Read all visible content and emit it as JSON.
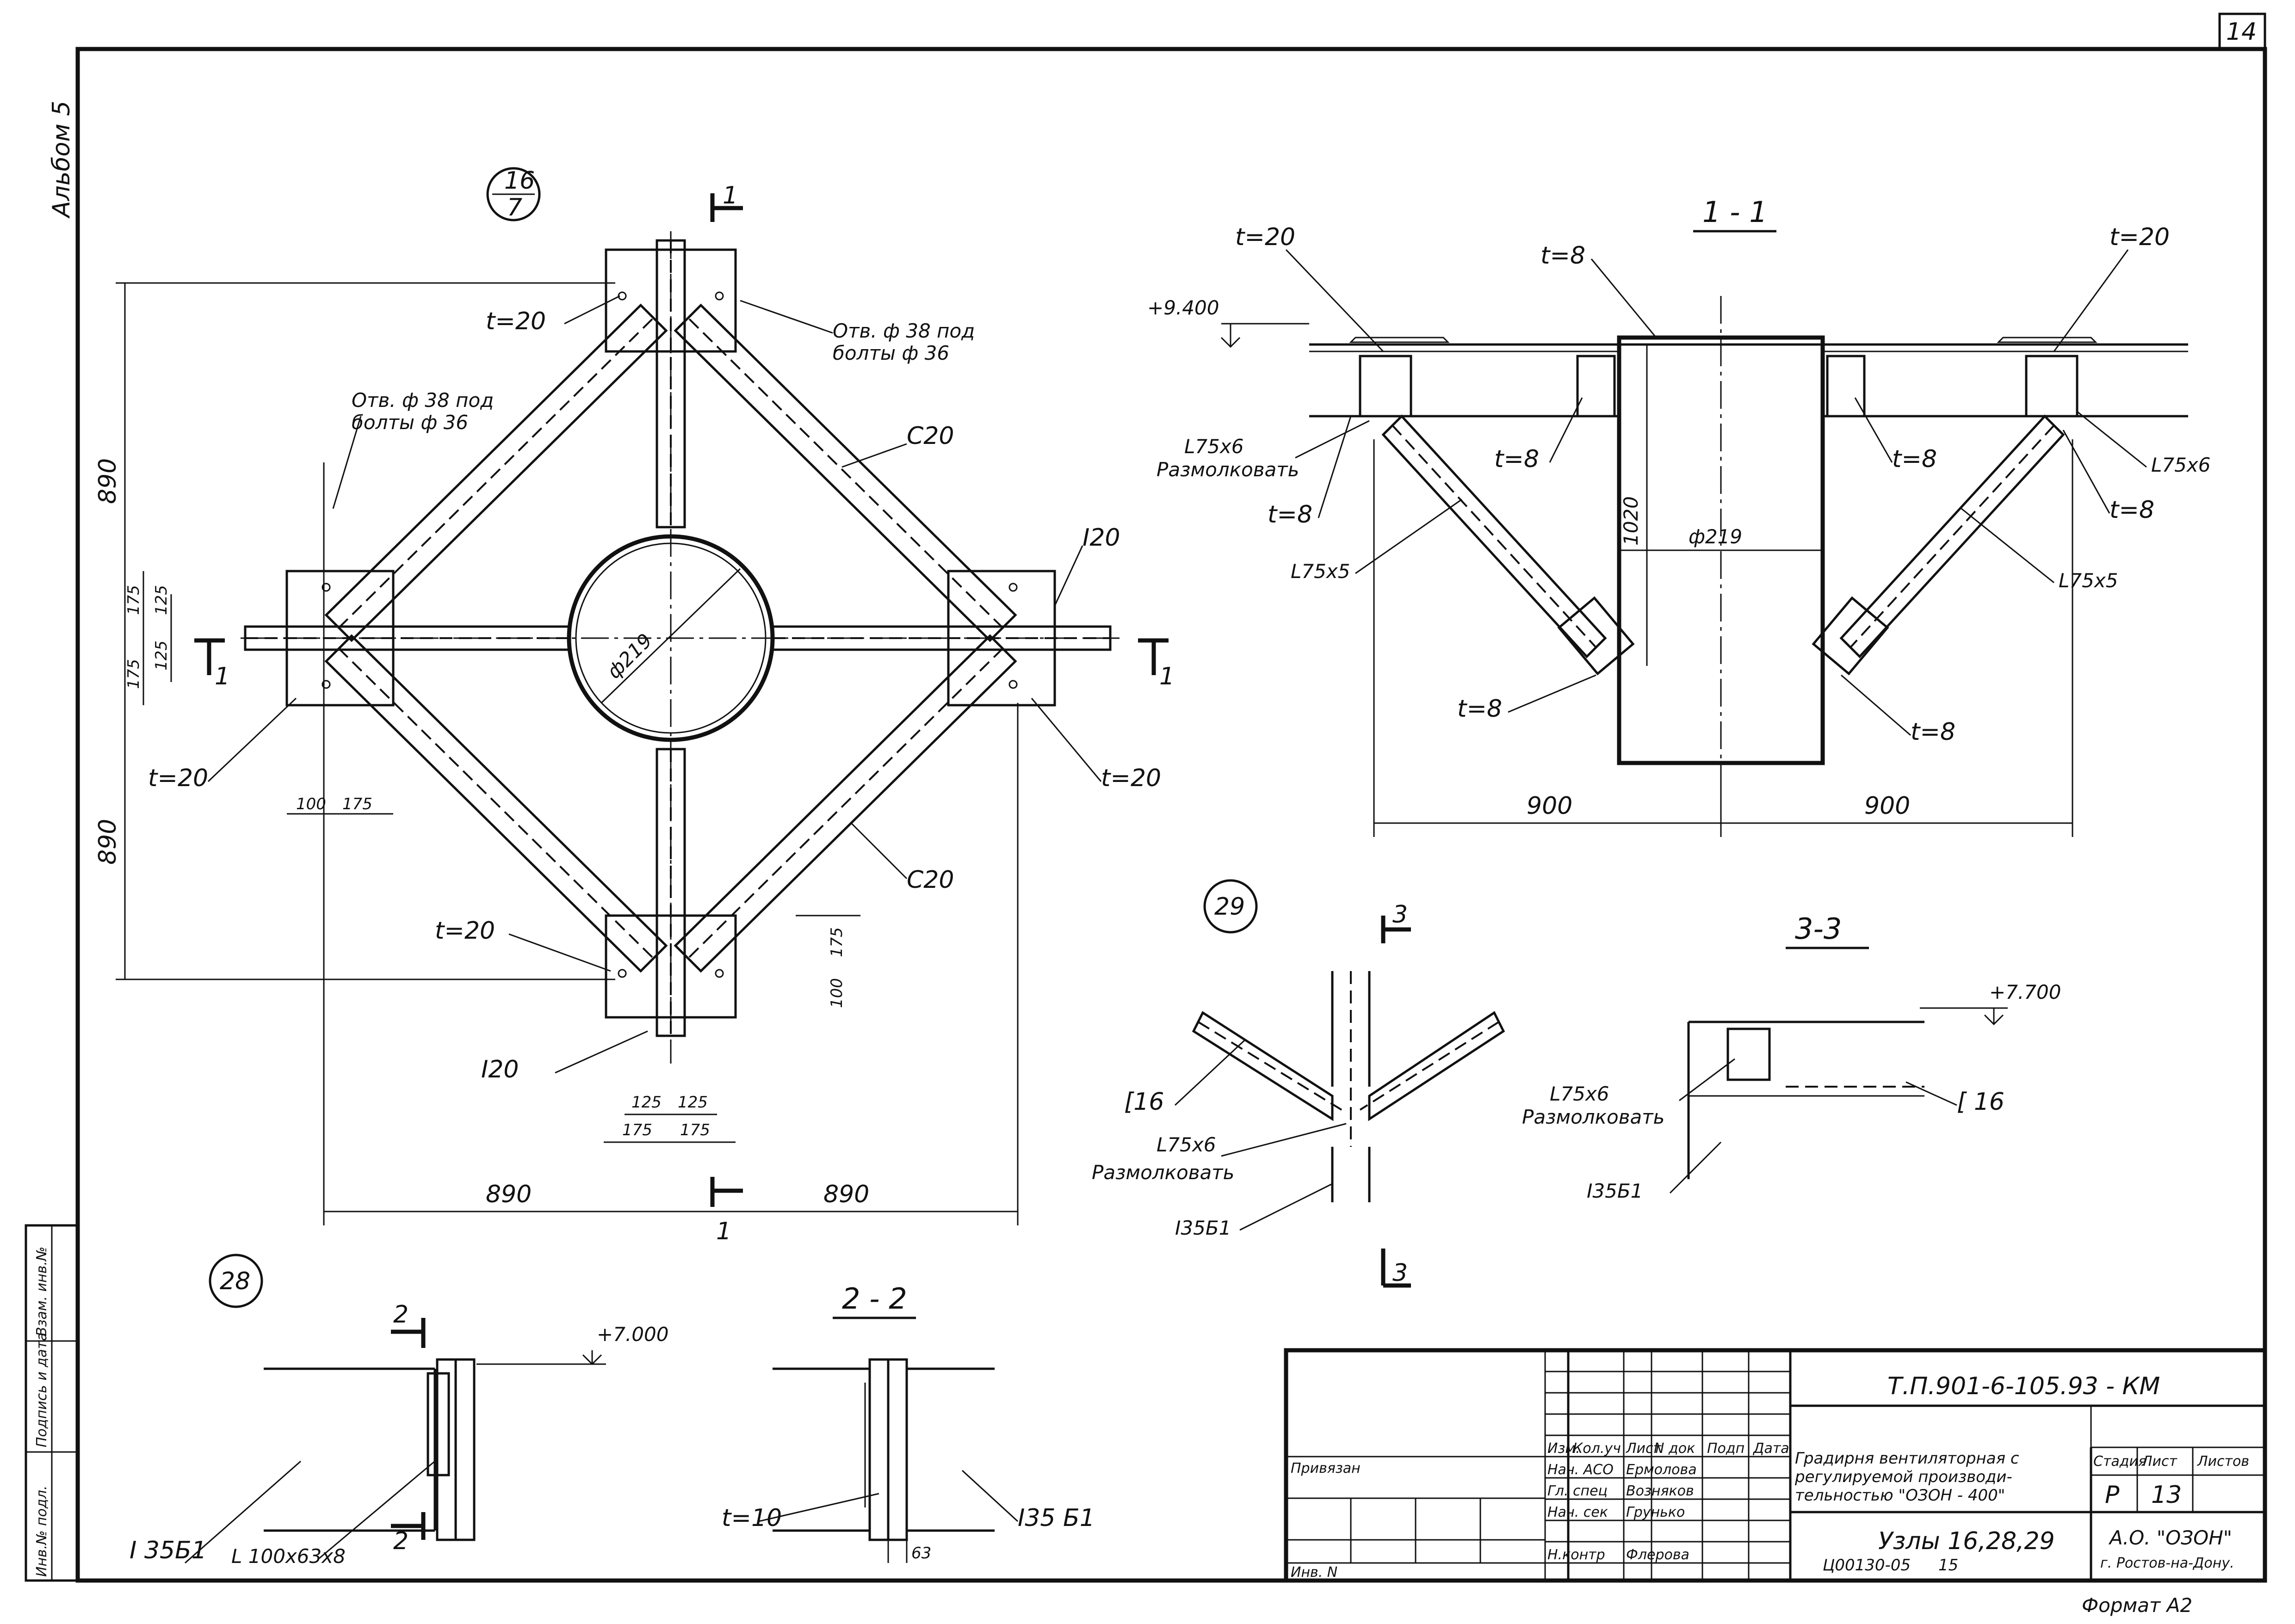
{
  "sheet": {
    "album": "Альбом 5",
    "sheet_corner_number": "14",
    "format": "Формат А2",
    "archive_code": "Ц00130-05",
    "archive_page": "15"
  },
  "node16": {
    "label": "16",
    "sublabel": "7",
    "section_mark": "1",
    "t20": "t=20",
    "hole_note_1": "Отв. ф 38 под",
    "hole_note_2": "болты ф 36",
    "c20": "С20",
    "i20": "I20",
    "pipe": "ф219",
    "dims": {
      "d890": "890",
      "d175": "175",
      "d125": "125",
      "d100": "100"
    }
  },
  "section11": {
    "title": "1 - 1",
    "t20": "t=20",
    "t8": "t=8",
    "level": "+9.400",
    "angle_l75x6": "L75х6",
    "razm": "Размолковать",
    "angle_l75x5": "L75х5",
    "h1020": "1020",
    "pipe": "ф219",
    "d900": "900"
  },
  "node29": {
    "label": "29",
    "section_mark": "3",
    "c16": "[16",
    "angle": "L75х6",
    "razm": "Размолковать",
    "beam": "I35Б1"
  },
  "section33": {
    "title": "3-3",
    "level": "+7.700",
    "angle": "L75х6",
    "razm": "Размолковать",
    "c16": "[ 16",
    "beam": "I35Б1"
  },
  "node28": {
    "label": "28",
    "section_mark": "2",
    "level": "+7.000",
    "beam": "I 35Б1",
    "angle": "L 100х63х8"
  },
  "section22": {
    "title": "2 - 2",
    "t10": "t=10",
    "d63": "63",
    "beam": "I35 Б1"
  },
  "side_stamp": {
    "inv_podl": "Инв.№ подл.",
    "podpis": "Подпись и дата",
    "vzam": "Взам. инв.№"
  },
  "title_block": {
    "code": "Т.П.901-6-105.93 - КМ",
    "privyazan": "Привязан",
    "inv_n": "Инв. N",
    "col_headers": [
      "Изм.",
      "Кол.уч",
      "Лист",
      "N док",
      "Подп",
      "Дата"
    ],
    "rows": [
      {
        "role": "Нач. АСО",
        "name": "Ермолова"
      },
      {
        "role": "Гл. спец",
        "name": "Возняков"
      },
      {
        "role": "Нач. сек",
        "name": "Грунько"
      },
      {
        "role": "Н.контр",
        "name": "Флерова"
      }
    ],
    "object_1": "Градирня вентиляторная с",
    "object_2": "регулируемой производи-",
    "object_3": "тельностью \"ОЗОН - 400\"",
    "stage_label": "Стадия",
    "sheet_label": "Лист",
    "sheets_label": "Листов",
    "stage": "Р",
    "sheet_no": "13",
    "sheets_total": "",
    "subject": "Узлы 16,28,29",
    "org_1": "А.О. \"ОЗОН\"",
    "org_2": "г. Ростов-на-Дону."
  }
}
